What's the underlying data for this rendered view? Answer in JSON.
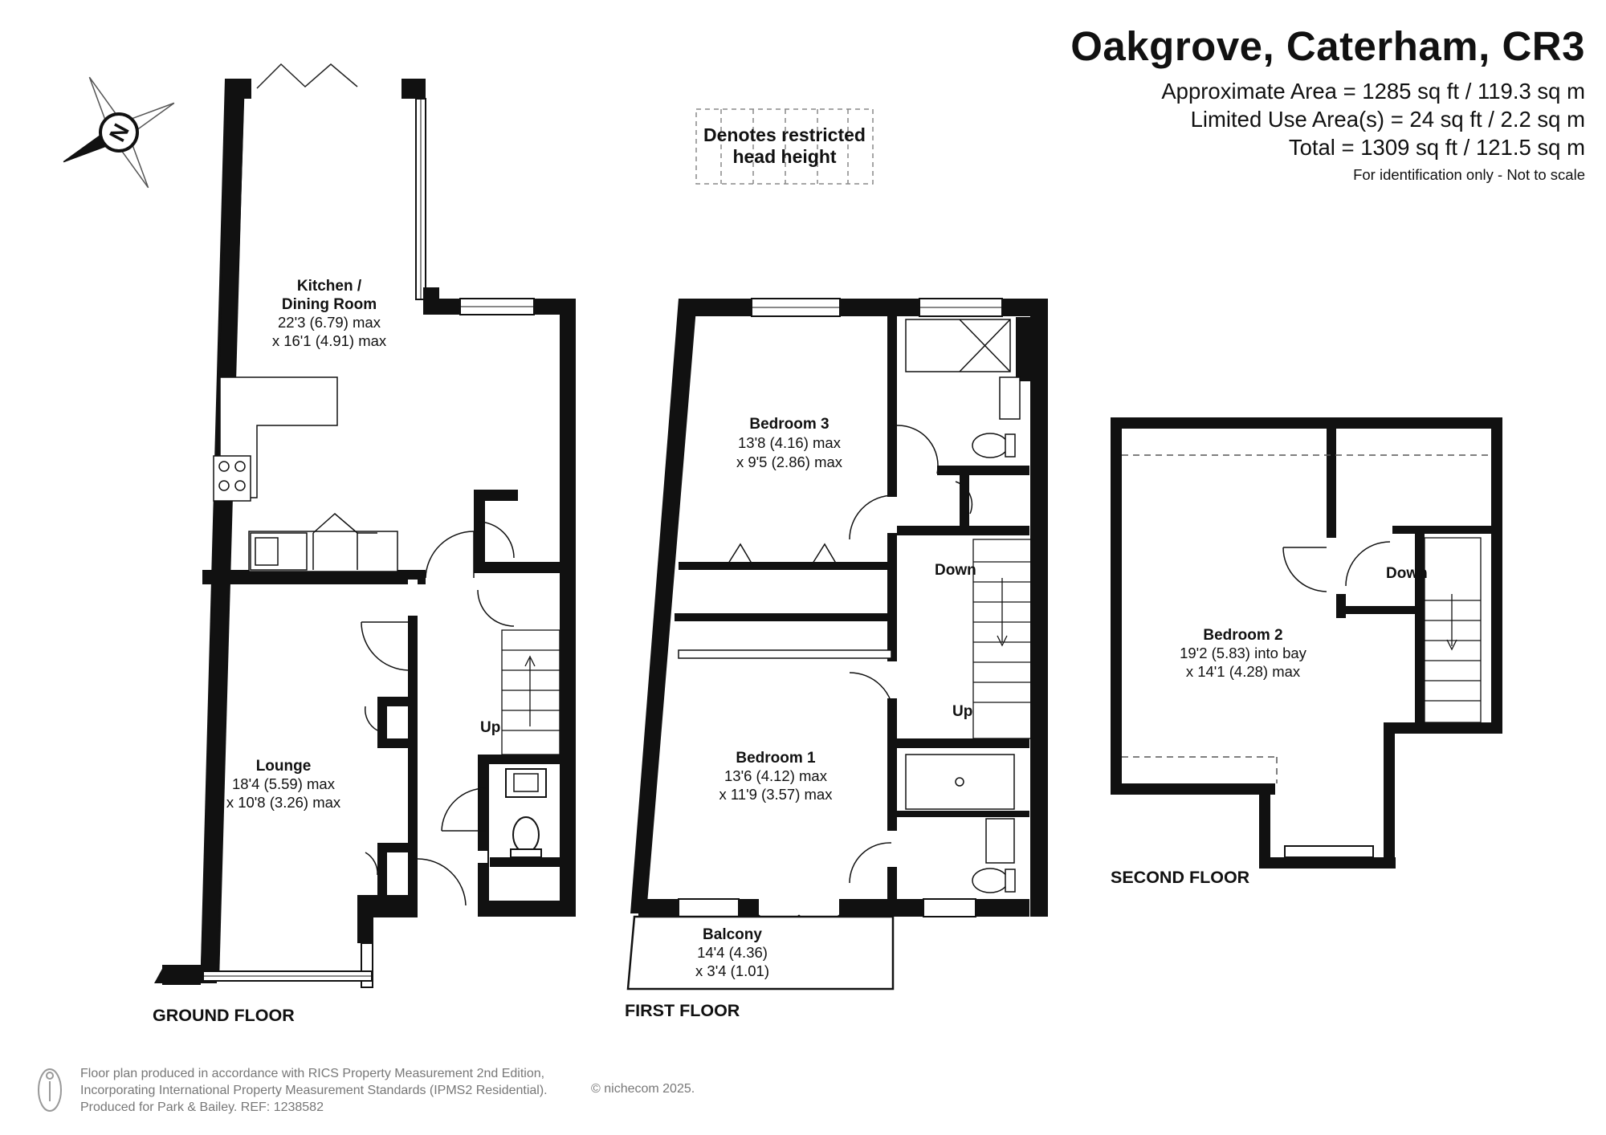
{
  "header": {
    "title": "Oakgrove, Caterham, CR3",
    "approx_area": "Approximate Area = 1285 sq ft / 119.3 sq m",
    "limited_use": "Limited Use Area(s) = 24 sq ft / 2.2 sq m",
    "total": "Total = 1309 sq ft / 121.5 sq m",
    "note": "For identification only - Not to scale"
  },
  "legend": {
    "line1": "Denotes restricted",
    "line2": "head height"
  },
  "compass": {
    "letter": "N"
  },
  "ground_floor": {
    "label": "GROUND FLOOR",
    "kitchen": {
      "name1": "Kitchen /",
      "name2": "Dining Room",
      "dim1": "22'3 (6.79) max",
      "dim2": "x 16'1 (4.91) max"
    },
    "lounge": {
      "name": "Lounge",
      "dim1": "18'4 (5.59) max",
      "dim2": "x 10'8 (3.26) max"
    },
    "stairs": "Up"
  },
  "first_floor": {
    "label": "FIRST FLOOR",
    "bedroom3": {
      "name": "Bedroom 3",
      "dim1": "13'8 (4.16) max",
      "dim2": "x 9'5 (2.86) max"
    },
    "bedroom1": {
      "name": "Bedroom 1",
      "dim1": "13'6 (4.12) max",
      "dim2": "x 11'9 (3.57) max"
    },
    "balcony": {
      "name": "Balcony",
      "dim1": "14'4 (4.36)",
      "dim2": "x 3'4 (1.01)"
    },
    "stairs_down": "Down",
    "stairs_up": "Up"
  },
  "second_floor": {
    "label": "SECOND FLOOR",
    "bedroom2": {
      "name": "Bedroom 2",
      "dim1": "19'2 (5.83) into bay",
      "dim2": "x 14'1 (4.28) max"
    },
    "stairs_down": "Down"
  },
  "footer": {
    "line1": "Floor plan produced in accordance with RICS Property Measurement 2nd Edition,",
    "line2": "Incorporating International Property Measurement Standards (IPMS2 Residential).",
    "line3": "Produced for Park & Bailey.   REF: 1238582",
    "copyright": "© nichecom 2025."
  }
}
